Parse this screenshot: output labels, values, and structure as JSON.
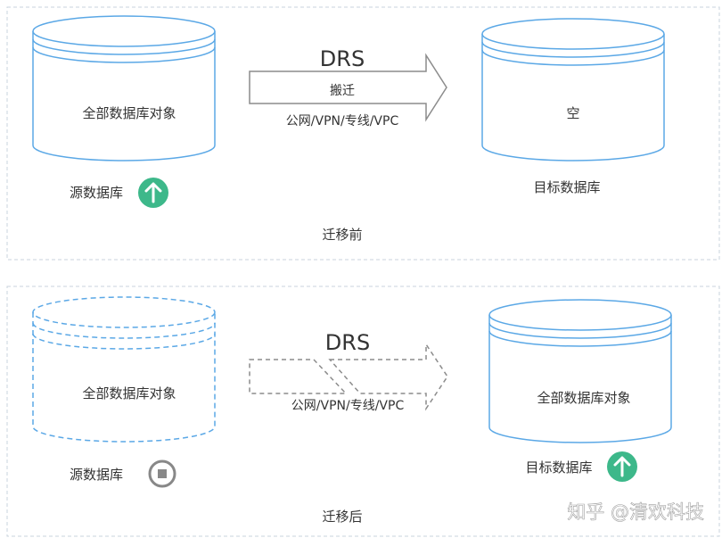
{
  "before": {
    "source_content": "全部数据库对象",
    "source_label": "源数据库",
    "arrow_title": "DRS",
    "arrow_action": "搬迁",
    "arrow_network": "公网/VPN/专线/VPC",
    "target_content": "空",
    "target_label": "目标数据库",
    "caption": "迁移前"
  },
  "after": {
    "source_content": "全部数据库对象",
    "source_label": "源数据库",
    "arrow_title": "DRS",
    "arrow_network": "公网/VPN/专线/VPC",
    "target_content": "全部数据库对象",
    "target_label": "目标数据库",
    "caption": "迁移后"
  },
  "watermark": "知乎 @清欢科技",
  "colors": {
    "cylinder_stroke": "#5BA8E6",
    "arrow_stroke": "#8C8C8C",
    "badge_green": "#3DB88A",
    "badge_gray": "#888888",
    "panel_border": "#C9D3DC"
  },
  "icons": {
    "active_badge": "arrow-up-icon",
    "stopped_badge": "stop-icon"
  }
}
